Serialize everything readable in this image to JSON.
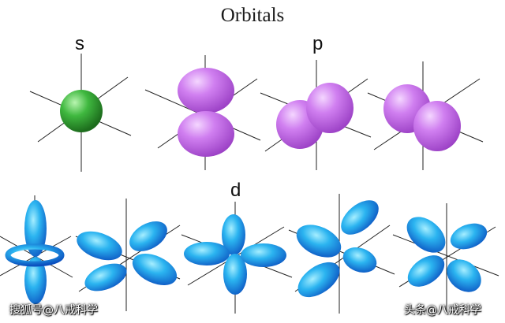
{
  "title": "Orbitals",
  "labels": {
    "s": "s",
    "p": "p",
    "d": "d"
  },
  "watermarks": {
    "left": "搜狐号@八戒科学",
    "right": "头条@八戒科学"
  },
  "colors": {
    "s_orbital": "#3fb83f",
    "p_orbital": "#c86ee8",
    "d_orbital": "#1e90e8",
    "axis": "#222222"
  },
  "icons": [
    "s-orbital-sphere",
    "p-orbital-lobes",
    "d-orbital-lobes"
  ]
}
